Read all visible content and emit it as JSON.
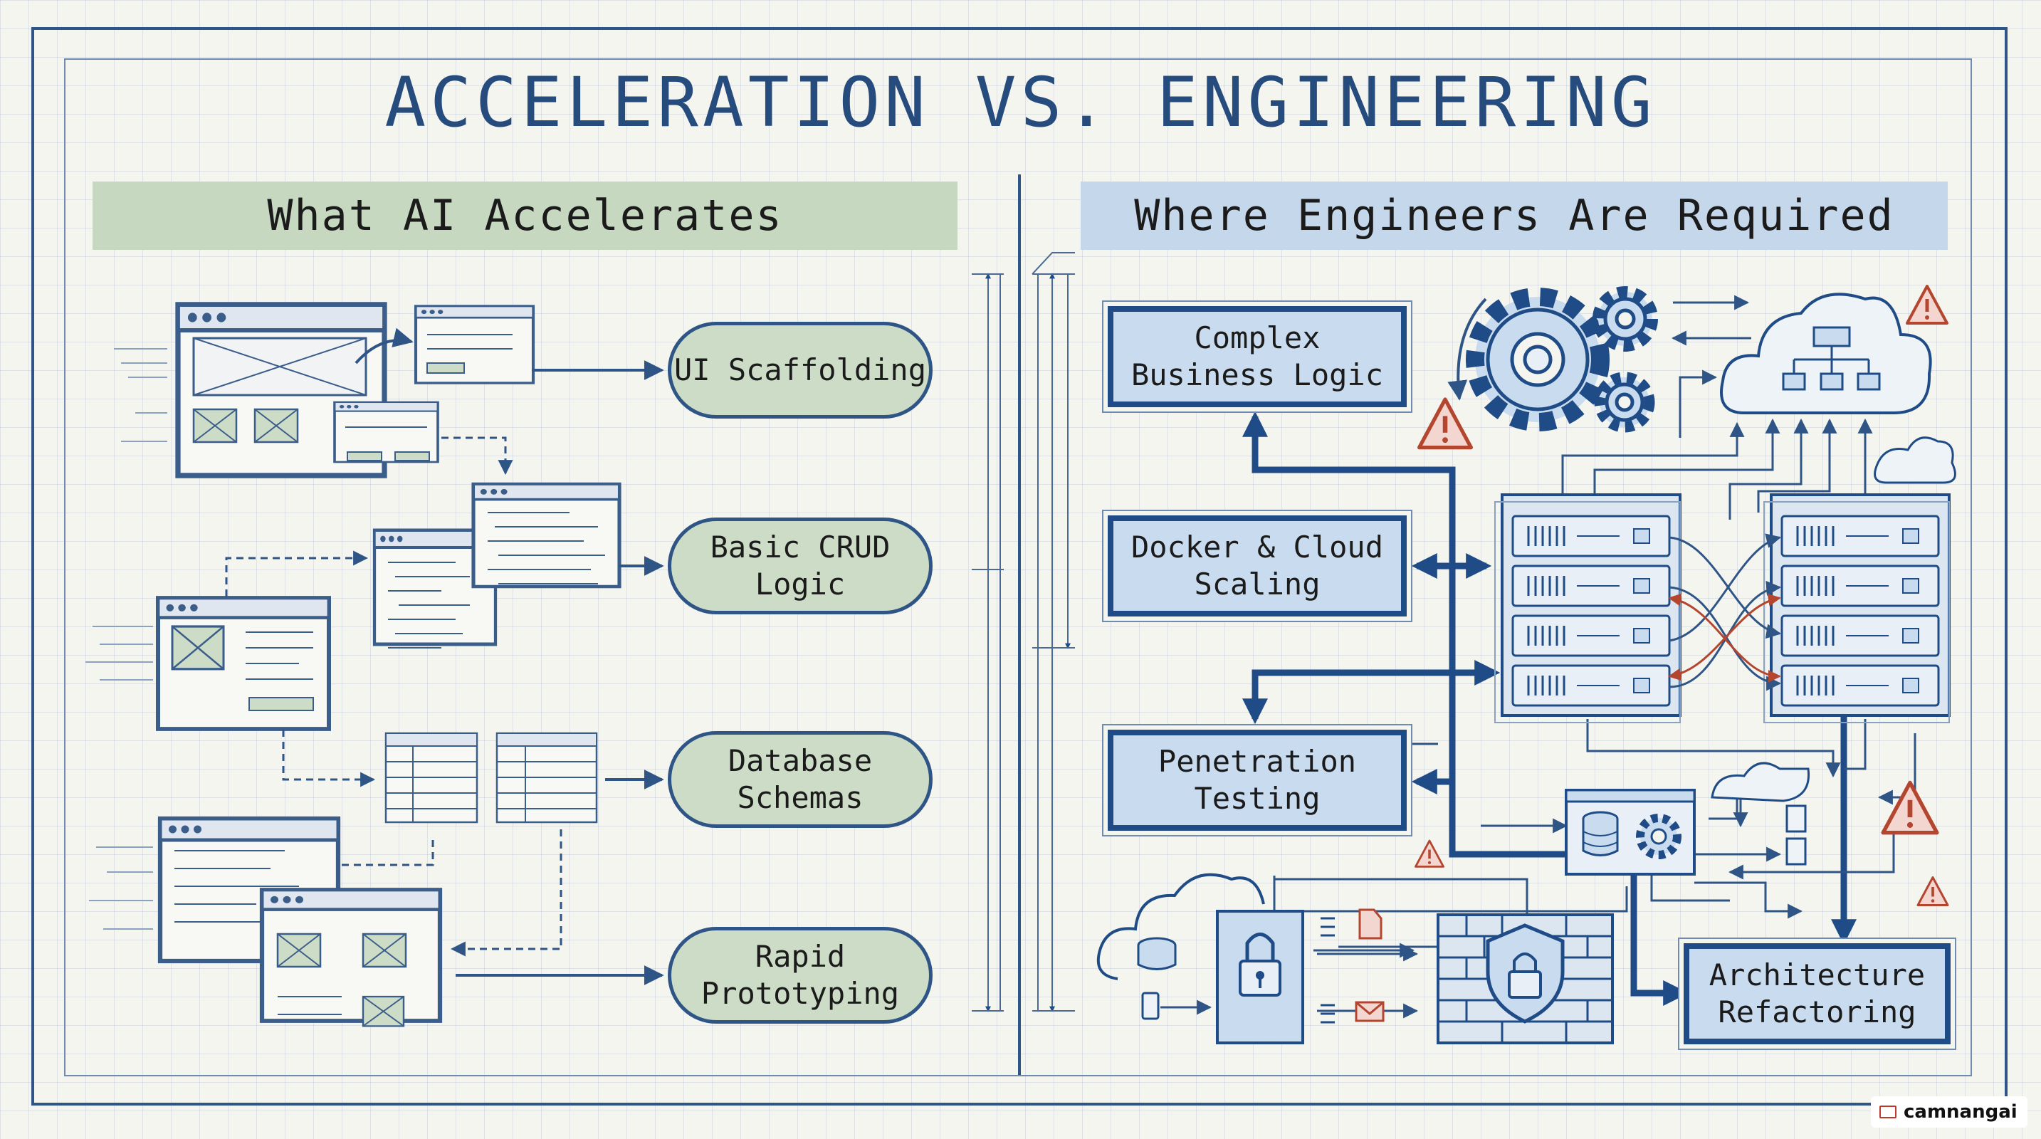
{
  "title": "ACCELERATION VS. ENGINEERING",
  "left_header": "What AI Accelerates",
  "right_header": "Where Engineers Are Required",
  "ai_items": [
    "UI Scaffolding",
    "Basic CRUD\nLogic",
    "Database\nSchemas",
    "Rapid\nPrototyping"
  ],
  "engineer_items": [
    "Complex\nBusiness Logic",
    "Docker & Cloud\nScaling",
    "Penetration\nTesting",
    "Architecture\nRefactoring"
  ],
  "watermark": "camnangai",
  "icons": [
    "window-wireframe-icon",
    "code-editor-icon",
    "database-table-icon",
    "gear-icon",
    "cloud-icon",
    "server-rack-icon",
    "warning-icon",
    "padlock-icon",
    "firewall-shield-icon",
    "database-icon",
    "document-icon",
    "mail-icon"
  ],
  "colors": {
    "accent": "#1f4c86",
    "green_band": "#c6d9c0",
    "blue_band": "#c5d7ea",
    "warning": "#c0392b"
  }
}
